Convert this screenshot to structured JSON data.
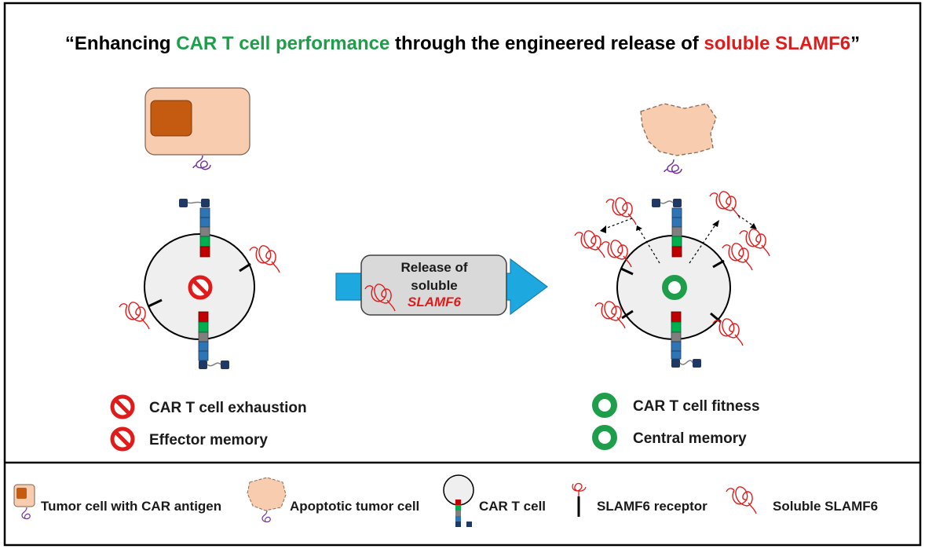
{
  "title": {
    "open_quote": "“",
    "part1": "Enhancing ",
    "highlight_green": "CAR T cell performance",
    "part2": " through the engineered release of ",
    "highlight_red": "soluble SLAMF6",
    "close_quote": "”"
  },
  "center_box": {
    "line1": "Release of",
    "line2": "soluble",
    "line3": "SLAMF6"
  },
  "left_outcomes": [
    {
      "label": "CAR T cell exhaustion"
    },
    {
      "label": "Effector memory"
    }
  ],
  "right_outcomes": [
    {
      "label": "CAR T cell fitness"
    },
    {
      "label": "Central memory"
    }
  ],
  "legend": {
    "tumor_cell": "Tumor cell with CAR antigen",
    "apoptotic": "Apoptotic tumor cell",
    "car_t": "CAR  T cell",
    "receptor": "SLAMF6 receptor",
    "soluble": "Soluble SLAMF6"
  },
  "colors": {
    "green": "#1e9e4a",
    "red": "#e01b1b",
    "arrow_blue": "#1ea8e0",
    "tumor_fill": "#f8ccae",
    "nucleus": "#c55a11",
    "cell_fill": "#efefef",
    "box_fill": "#d9d9d9",
    "car_navy": "#1f3864",
    "car_blue": "#2e75b6",
    "car_gray": "#7f7f7f",
    "car_green": "#00b050",
    "car_red": "#c00000",
    "antigen_purple": "#7030a0"
  },
  "icons": {
    "inhibition": "prohibition-icon",
    "fitness": "green-ring-icon"
  }
}
